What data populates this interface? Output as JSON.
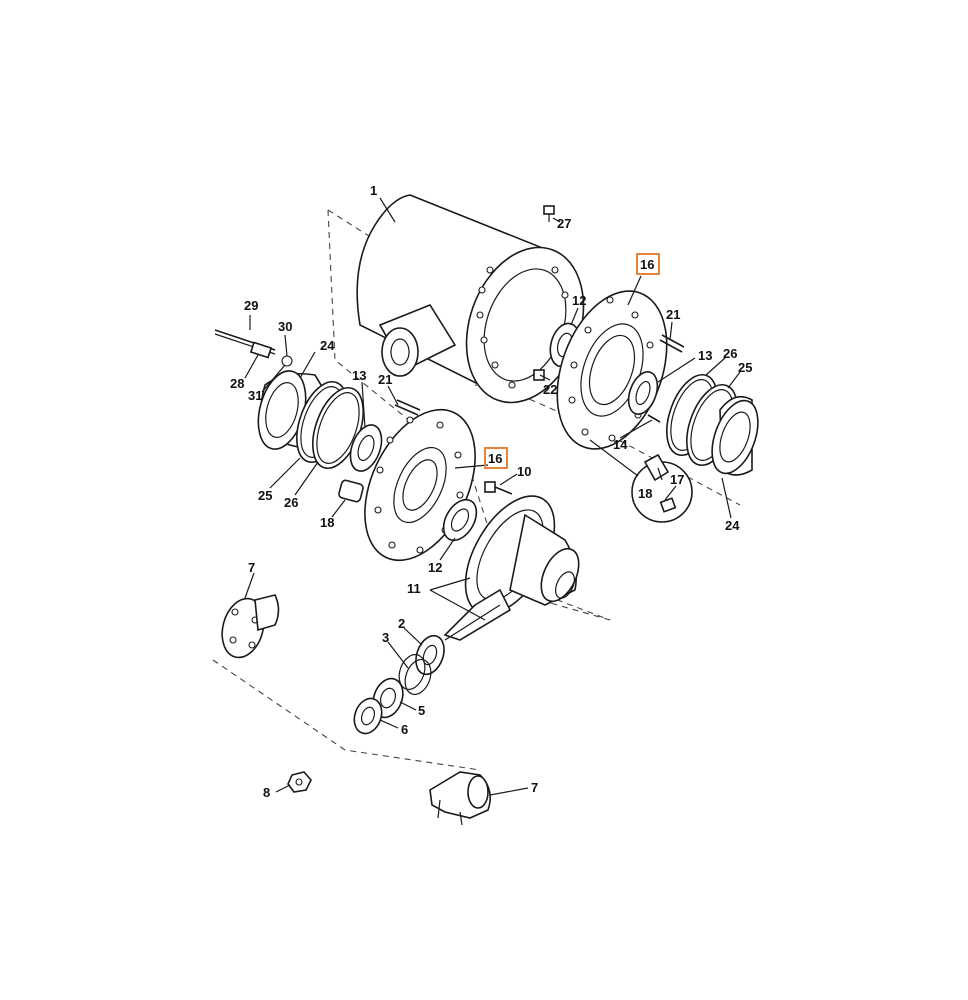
{
  "diagram": {
    "highlight_color": "#e8843a",
    "labels": {
      "p1": "1",
      "p2": "2",
      "p3": "3",
      "p5": "5",
      "p6": "6",
      "p7a": "7",
      "p7b": "7",
      "p8": "8",
      "p10": "10",
      "p11": "11",
      "p12a": "12",
      "p12b": "12",
      "p13a": "13",
      "p13b": "13",
      "p14": "14",
      "p16a": "16",
      "p16b": "16",
      "p17": "17",
      "p18a": "18",
      "p18b": "18",
      "p21a": "21",
      "p21b": "21",
      "p22": "22",
      "p24a": "24",
      "p24b": "24",
      "p25a": "25",
      "p25b": "25",
      "p26a": "26",
      "p26b": "26",
      "p27": "27",
      "p28": "28",
      "p29": "29",
      "p30": "30",
      "p31": "31"
    }
  }
}
